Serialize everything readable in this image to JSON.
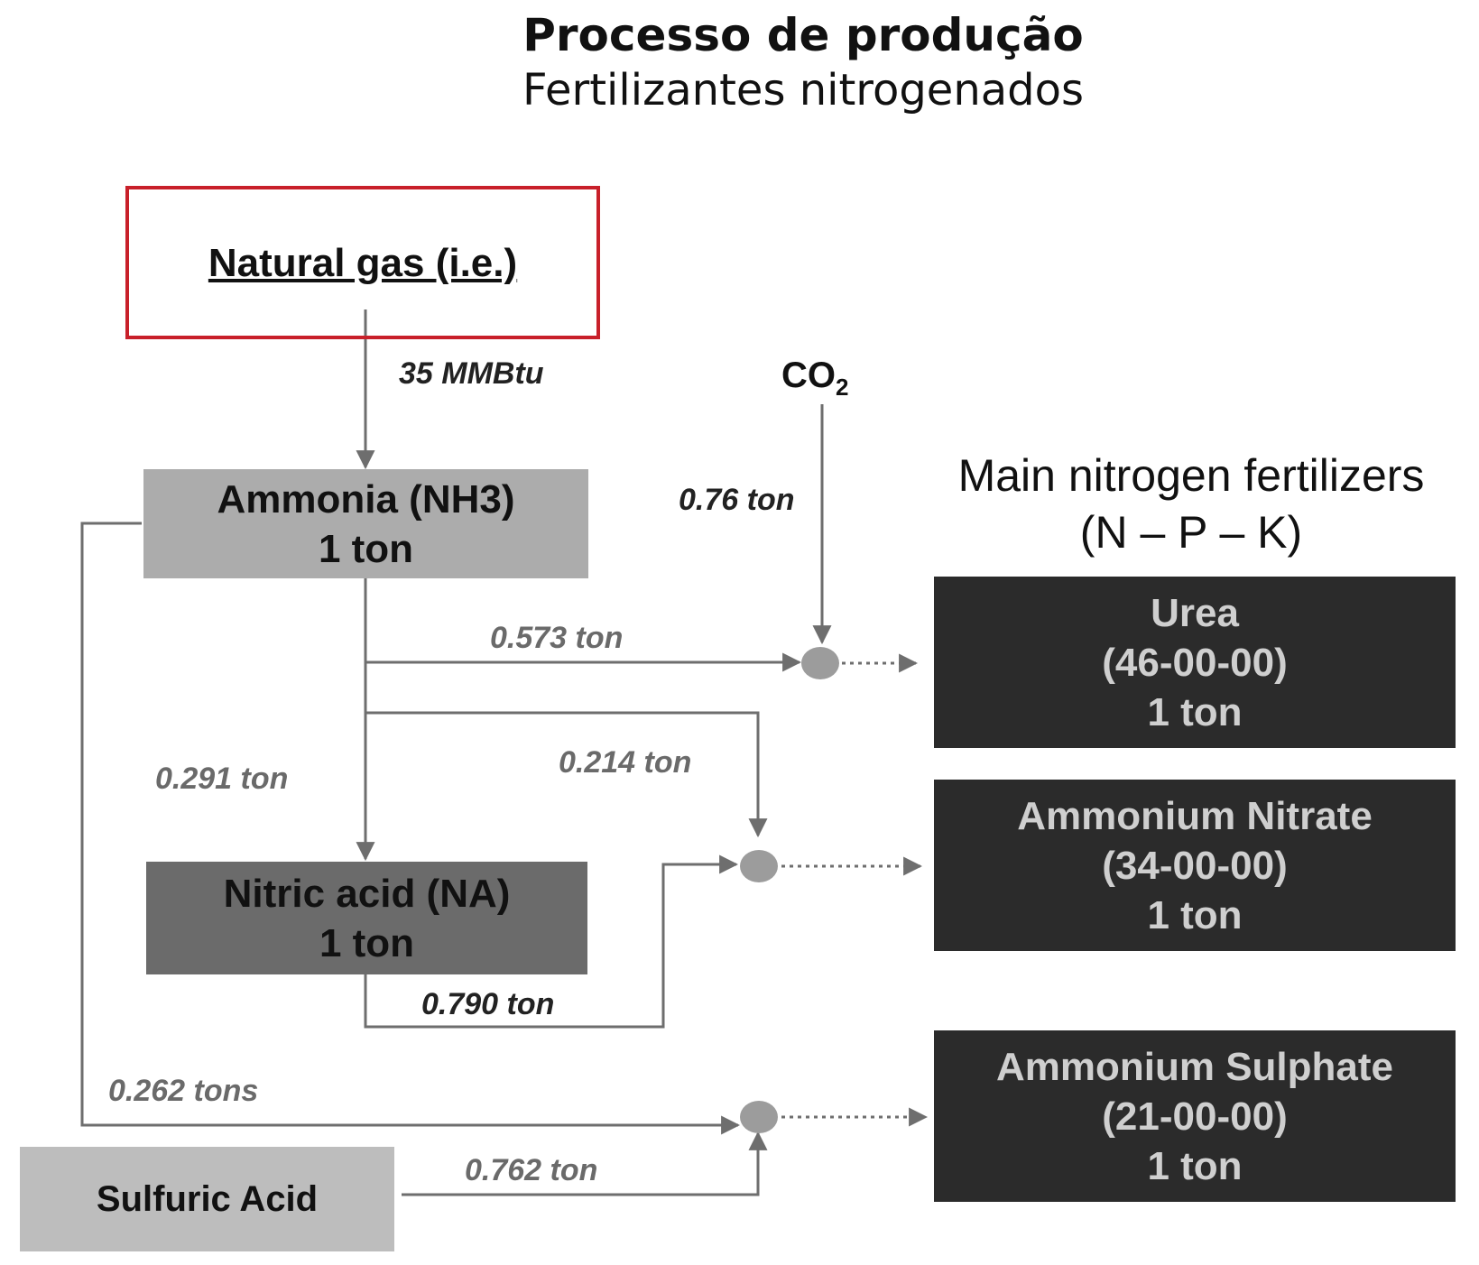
{
  "header": {
    "title": "Processo de produção",
    "subtitle": "Fertilizantes nitrogenados"
  },
  "nodes": {
    "natural_gas": "Natural gas (i.e.)",
    "ammonia": {
      "name": "Ammonia (NH3)",
      "qty": "1 ton"
    },
    "nitric_acid": {
      "name": "Nitric acid (NA)",
      "qty": "1 ton"
    },
    "sulfuric_acid": "Sulfuric Acid",
    "co2": {
      "base": "CO",
      "sub": "2"
    }
  },
  "fertilizers": {
    "heading_line1": "Main nitrogen fertilizers",
    "heading_line2": "(N – P – K)",
    "items": [
      {
        "name": "Urea",
        "npk": "(46-00-00)",
        "qty": "1 ton"
      },
      {
        "name": "Ammonium Nitrate",
        "npk": "(34-00-00)",
        "qty": "1 ton"
      },
      {
        "name": "Ammonium Sulphate",
        "npk": "(21-00-00)",
        "qty": "1 ton"
      }
    ]
  },
  "flows": {
    "gas_to_ammonia": "35 MMBtu",
    "co2_to_urea": "0.76 ton",
    "ammonia_to_urea": "0.573 ton",
    "ammonia_to_nitric": "0.291 ton",
    "ammonia_to_an": "0.214 ton",
    "nitric_to_an": "0.790 ton",
    "ammonia_to_as": "0.262 tons",
    "sulfuric_to_as": "0.762 ton"
  },
  "colors": {
    "highlight_border": "#c8202a",
    "ammonia_fill": "#acacac",
    "nitric_fill": "#6b6b6b",
    "sulfuric_fill": "#bdbdbd",
    "fertilizer_fill": "#2b2b2b",
    "line": "#6e6e6e",
    "junction": "#9c9c9c"
  }
}
